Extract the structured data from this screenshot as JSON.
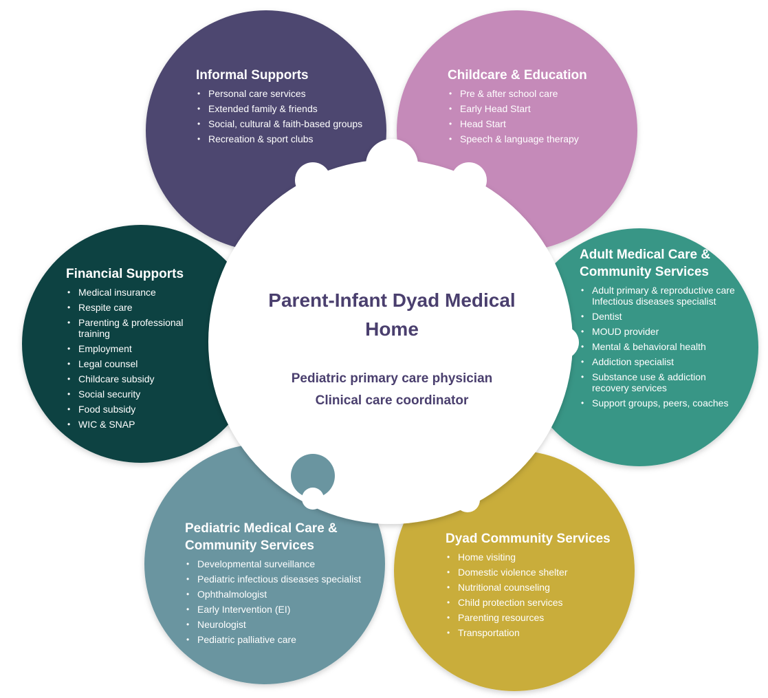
{
  "center": {
    "title": "Parent-Infant Dyad Medical Home",
    "lines": [
      "Pediatric primary care physician",
      "Clinical care coordinator"
    ]
  },
  "colors": {
    "informal": "#4e4770",
    "childcare": "#c58ab9",
    "financial": "#0e4242",
    "adult": "#379686",
    "pediatric": "#6a95a0",
    "dyad": "#c9ad3b",
    "center_text": "#4a3f6e",
    "center_fill": "#ffffff"
  },
  "sections": {
    "informal": {
      "title": "Informal Supports",
      "items": [
        "Personal care services",
        "Extended family & friends",
        "Social, cultural & faith-based groups",
        "Recreation & sport clubs"
      ]
    },
    "childcare": {
      "title": "Childcare & Education",
      "items": [
        "Pre & after school care",
        "Early Head Start",
        "Head Start",
        "Speech & language therapy"
      ]
    },
    "financial": {
      "title": "Financial Supports",
      "items": [
        "Medical insurance",
        "Respite care",
        "Parenting & professional training",
        "Employment",
        "Legal counsel",
        "Childcare subsidy",
        "Social security",
        "Food subsidy",
        "WIC & SNAP"
      ]
    },
    "adult": {
      "title": "Adult Medical Care & Community Services",
      "items": [
        "Adult primary & reproductive care Infectious diseases specialist",
        "Dentist",
        "MOUD provider",
        "Mental & behavioral health",
        "Addiction specialist",
        "Substance use & addiction recovery services",
        "Support groups, peers, coaches"
      ]
    },
    "pediatric": {
      "title": "Pediatric Medical Care & Community Services",
      "items": [
        "Developmental surveillance",
        "Pediatric infectious diseases specialist",
        "Ophthalmologist",
        "Early Intervention (EI)",
        "Neurologist",
        "Pediatric palliative care"
      ]
    },
    "dyad": {
      "title": "Dyad Community Services",
      "items": [
        "Home visiting",
        "Domestic violence shelter",
        "Nutritional counseling",
        "Child protection services",
        "Parenting resources",
        "Transportation"
      ]
    }
  }
}
